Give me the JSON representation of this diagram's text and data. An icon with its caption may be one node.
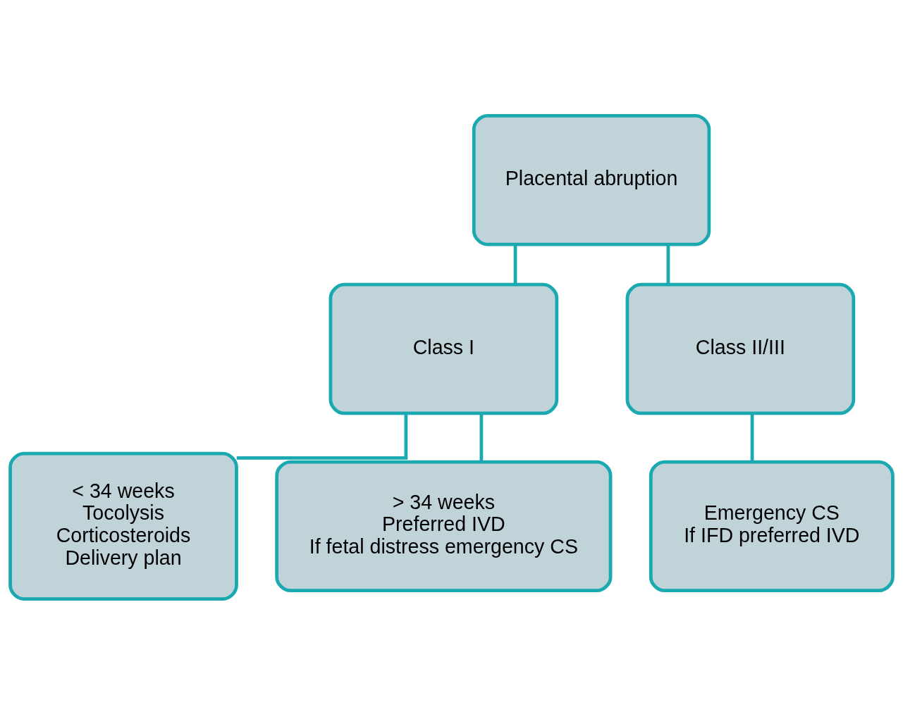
{
  "diagram": {
    "nodes": [
      {
        "text": [
          "Placental abruption"
        ]
      },
      {
        "text": [
          "Class I"
        ]
      },
      {
        "text": [
          "Class II/III"
        ]
      },
      {
        "text": [
          "< 34 weeks",
          "Tocolysis",
          "Corticosteroids",
          "Delivery plan"
        ]
      },
      {
        "text": [
          "> 34 weeks",
          "Preferred IVD",
          "If fetal distress emergency CS"
        ]
      },
      {
        "text": [
          "Emergency CS",
          "If IFD preferred IVD"
        ]
      }
    ],
    "edges": [
      {
        "from": 0,
        "to": 1,
        "arrow": "none"
      },
      {
        "from": 0,
        "to": 2,
        "arrow": "none"
      },
      {
        "from": 1,
        "to": 3,
        "arrow": "none"
      },
      {
        "from": 1,
        "to": 4,
        "arrow": "none"
      },
      {
        "from": 2,
        "to": 5,
        "arrow": "none"
      }
    ]
  }
}
